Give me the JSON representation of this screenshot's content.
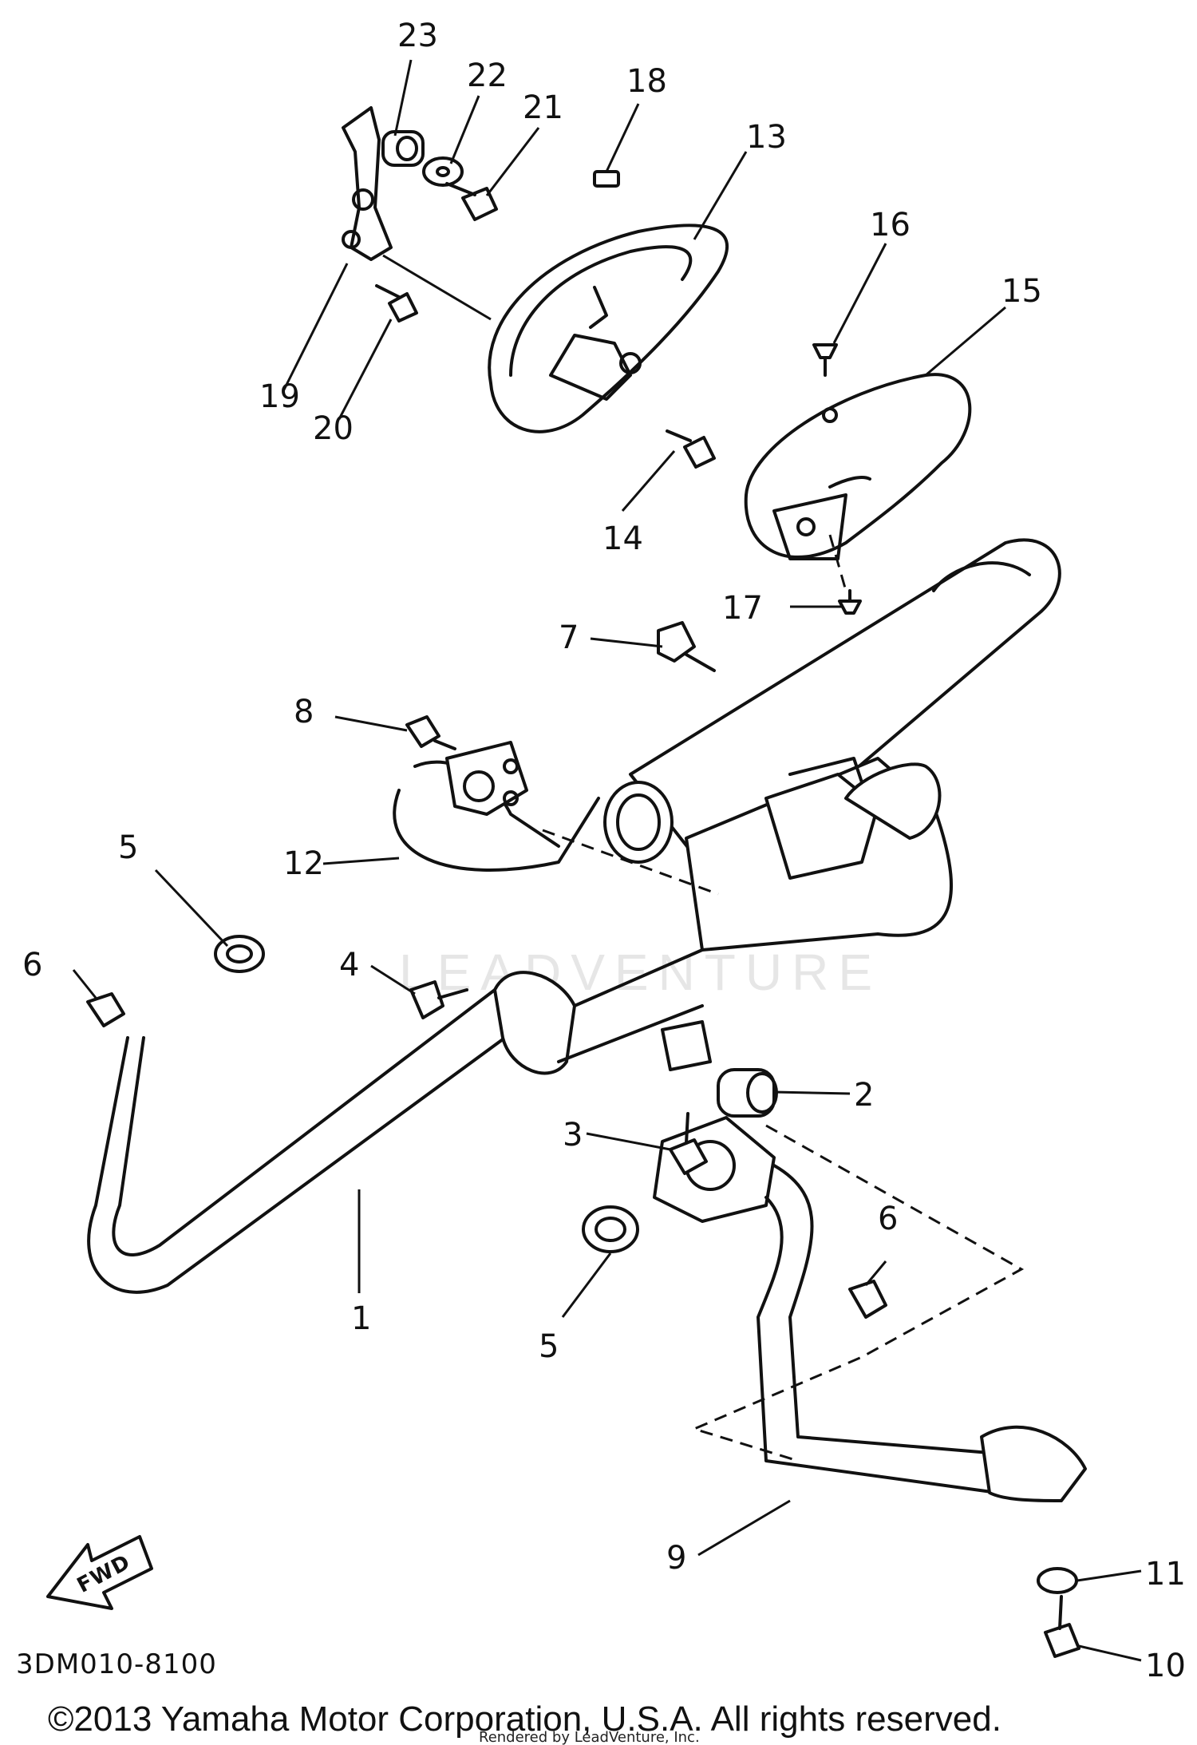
{
  "diagram": {
    "callouts": {
      "c1": "1",
      "c2": "2",
      "c3": "3",
      "c4": "4",
      "c5a": "5",
      "c5b": "5",
      "c6a": "6",
      "c6b": "6",
      "c7": "7",
      "c8": "8",
      "c9": "9",
      "c10": "10",
      "c11": "11",
      "c12": "12",
      "c13": "13",
      "c14": "14",
      "c15": "15",
      "c16": "16",
      "c17": "17",
      "c18": "18",
      "c19": "19",
      "c20": "20",
      "c21": "21",
      "c22": "22",
      "c23": "23"
    },
    "fwd_label": "FWD",
    "diagram_code": "3DM010-8100",
    "watermark": "LEADVENTURE",
    "copyright": "©2013 Yamaha Motor Corporation, U.S.A. All rights reserved.",
    "rendered_by": "Rendered by LeadVenture, Inc."
  }
}
